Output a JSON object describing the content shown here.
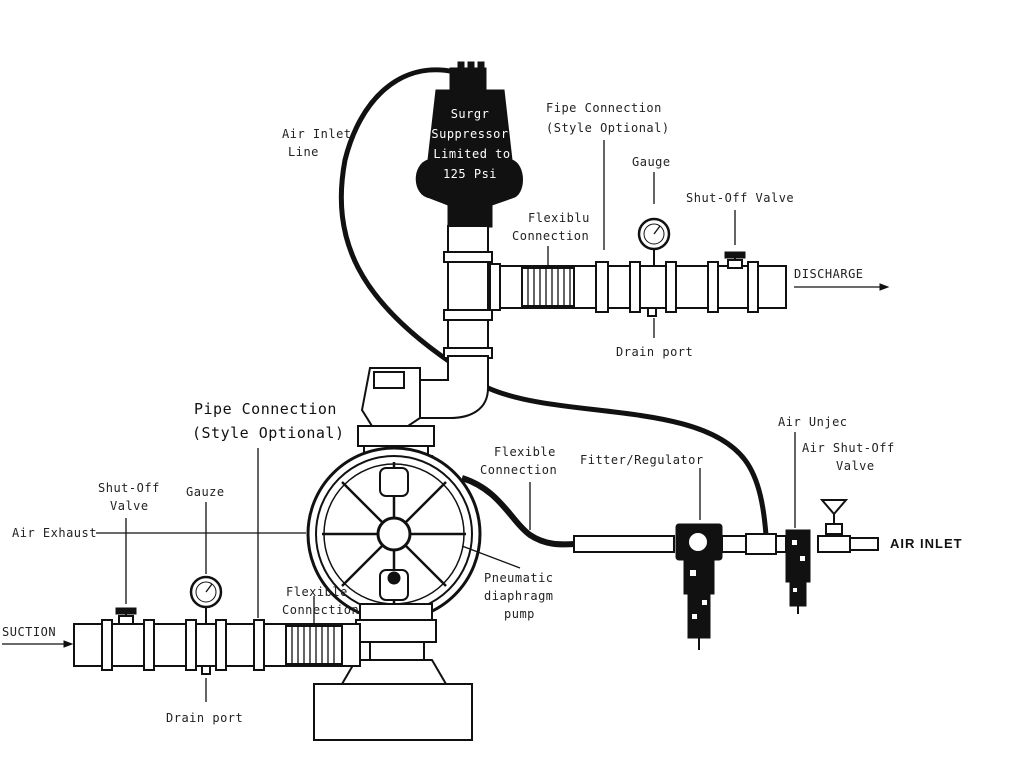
{
  "labels": {
    "surge_suppressor": [
      "Surgr",
      "Suppressor",
      "Limited to",
      "125 Psi"
    ],
    "air_inlet_line": [
      "Air Inlet",
      "Line"
    ],
    "pipe_connection_top": [
      "Fipe Connection",
      "(Style Optional)"
    ],
    "gauge_top": "Gauge",
    "shutoff_valve_top": "Shut-Off Valve",
    "flexible_connection_top": [
      "Flexiblu",
      "Connection"
    ],
    "discharge": "DISCHARGE",
    "drain_port_top": "Drain port",
    "pipe_connection_left": [
      "Pipe Connection",
      "(Style Optional)"
    ],
    "flexible_connection_mid": [
      "Flexible",
      "Connection"
    ],
    "filter_regulator": "Fitter/Regulator",
    "air_injector": "Air Unjec",
    "air_shutoff_valve": [
      "Air Shut-Off",
      "Valve"
    ],
    "shutoff_valve_left": [
      "Shut-Off",
      "Valve"
    ],
    "gauge_left": "Gauze",
    "air_exhaust": "Air Exhaust",
    "air_inlet": "AIR INLET",
    "pneumatic_pump": [
      "Pneumatic",
      "diaphragm",
      "pump"
    ],
    "flexible_connection_low": [
      "Flexible",
      "Connection"
    ],
    "suction": "SUCTION",
    "drain_port_left": "Drain port"
  },
  "colors": {
    "ink": "#111111",
    "paper": "#ffffff"
  },
  "icons": [
    "gauge-icon",
    "valve-handle-icon",
    "arrow-right-icon"
  ]
}
